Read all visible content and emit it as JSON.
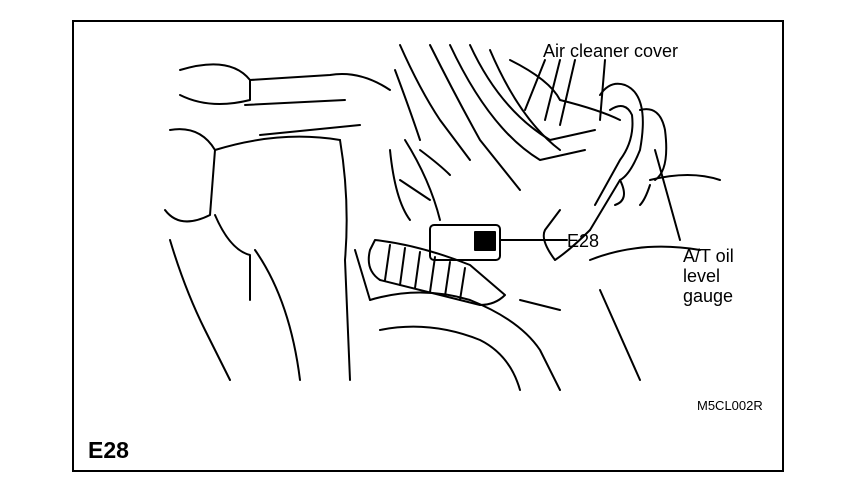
{
  "diagram": {
    "title": "E28",
    "callouts": {
      "air_cleaner_cover": "Air cleaner cover",
      "connector": "E28",
      "at_gauge_line1": "A/T oil",
      "at_gauge_line2": "level",
      "at_gauge_line3": "gauge"
    },
    "figure_code": "M5CL002R"
  }
}
